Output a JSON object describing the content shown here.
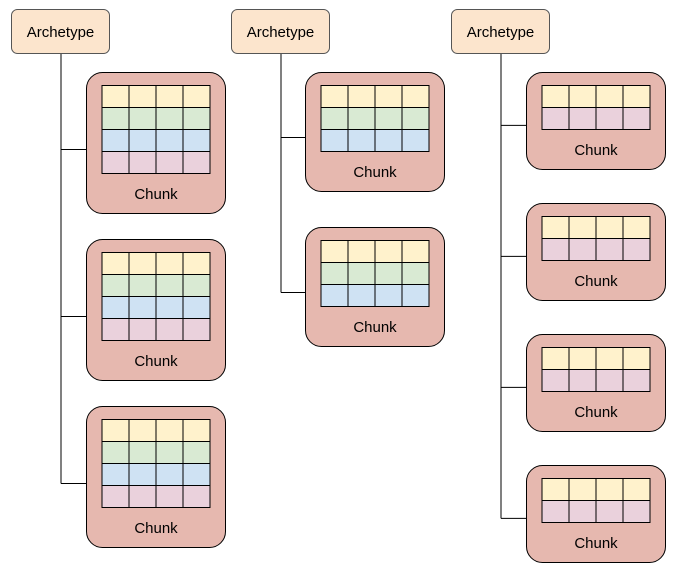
{
  "colors": {
    "archetype_fill": "#fce5cd",
    "archetype_stroke": "#555555",
    "chunk_fill": "#e6b8af",
    "chunk_stroke": "#000000",
    "connector": "#000000",
    "grid_stroke": "#000000",
    "row_colors": [
      "#fff2cc",
      "#d9ead3",
      "#cfe2f3",
      "#ead1dc"
    ]
  },
  "columns": [
    {
      "archetype_label": "Archetype",
      "chunks": [
        {
          "label": "Chunk",
          "rows": 4
        },
        {
          "label": "Chunk",
          "rows": 4
        },
        {
          "label": "Chunk",
          "rows": 4
        }
      ]
    },
    {
      "archetype_label": "Archetype",
      "chunks": [
        {
          "label": "Chunk",
          "rows": 3
        },
        {
          "label": "Chunk",
          "rows": 3
        }
      ]
    },
    {
      "archetype_label": "Archetype",
      "chunks": [
        {
          "label": "Chunk",
          "rows": 2,
          "row_colors": [
            "#fff2cc",
            "#ead1dc"
          ]
        },
        {
          "label": "Chunk",
          "rows": 2,
          "row_colors": [
            "#fff2cc",
            "#ead1dc"
          ]
        },
        {
          "label": "Chunk",
          "rows": 2,
          "row_colors": [
            "#fff2cc",
            "#ead1dc"
          ]
        },
        {
          "label": "Chunk",
          "rows": 2,
          "row_colors": [
            "#fff2cc",
            "#ead1dc"
          ]
        }
      ]
    }
  ]
}
